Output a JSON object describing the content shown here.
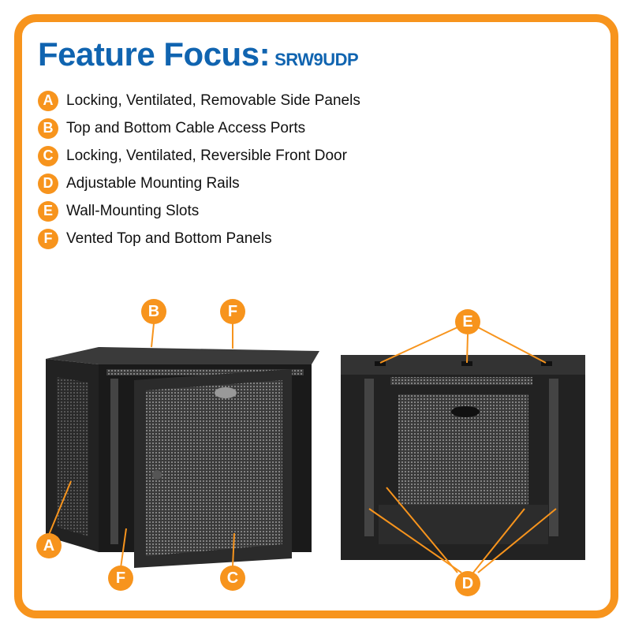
{
  "title": {
    "main": "Feature Focus:",
    "model": "SRW9UDP"
  },
  "features": [
    {
      "letter": "A",
      "text": "Locking, Ventilated, Removable Side Panels"
    },
    {
      "letter": "B",
      "text": "Top and Bottom Cable Access Ports"
    },
    {
      "letter": "C",
      "text": "Locking, Ventilated, Reversible Front Door"
    },
    {
      "letter": "D",
      "text": "Adjustable Mounting Rails"
    },
    {
      "letter": "E",
      "text": "Wall-Mounting Slots"
    },
    {
      "letter": "F",
      "text": "Vented Top and Bottom Panels"
    }
  ],
  "callouts": {
    "b": "B",
    "f_top": "F",
    "a": "A",
    "f_bottom": "F",
    "c": "C",
    "e": "E",
    "d": "D"
  },
  "colors": {
    "accent": "#f7941d",
    "title": "#1064b0"
  }
}
